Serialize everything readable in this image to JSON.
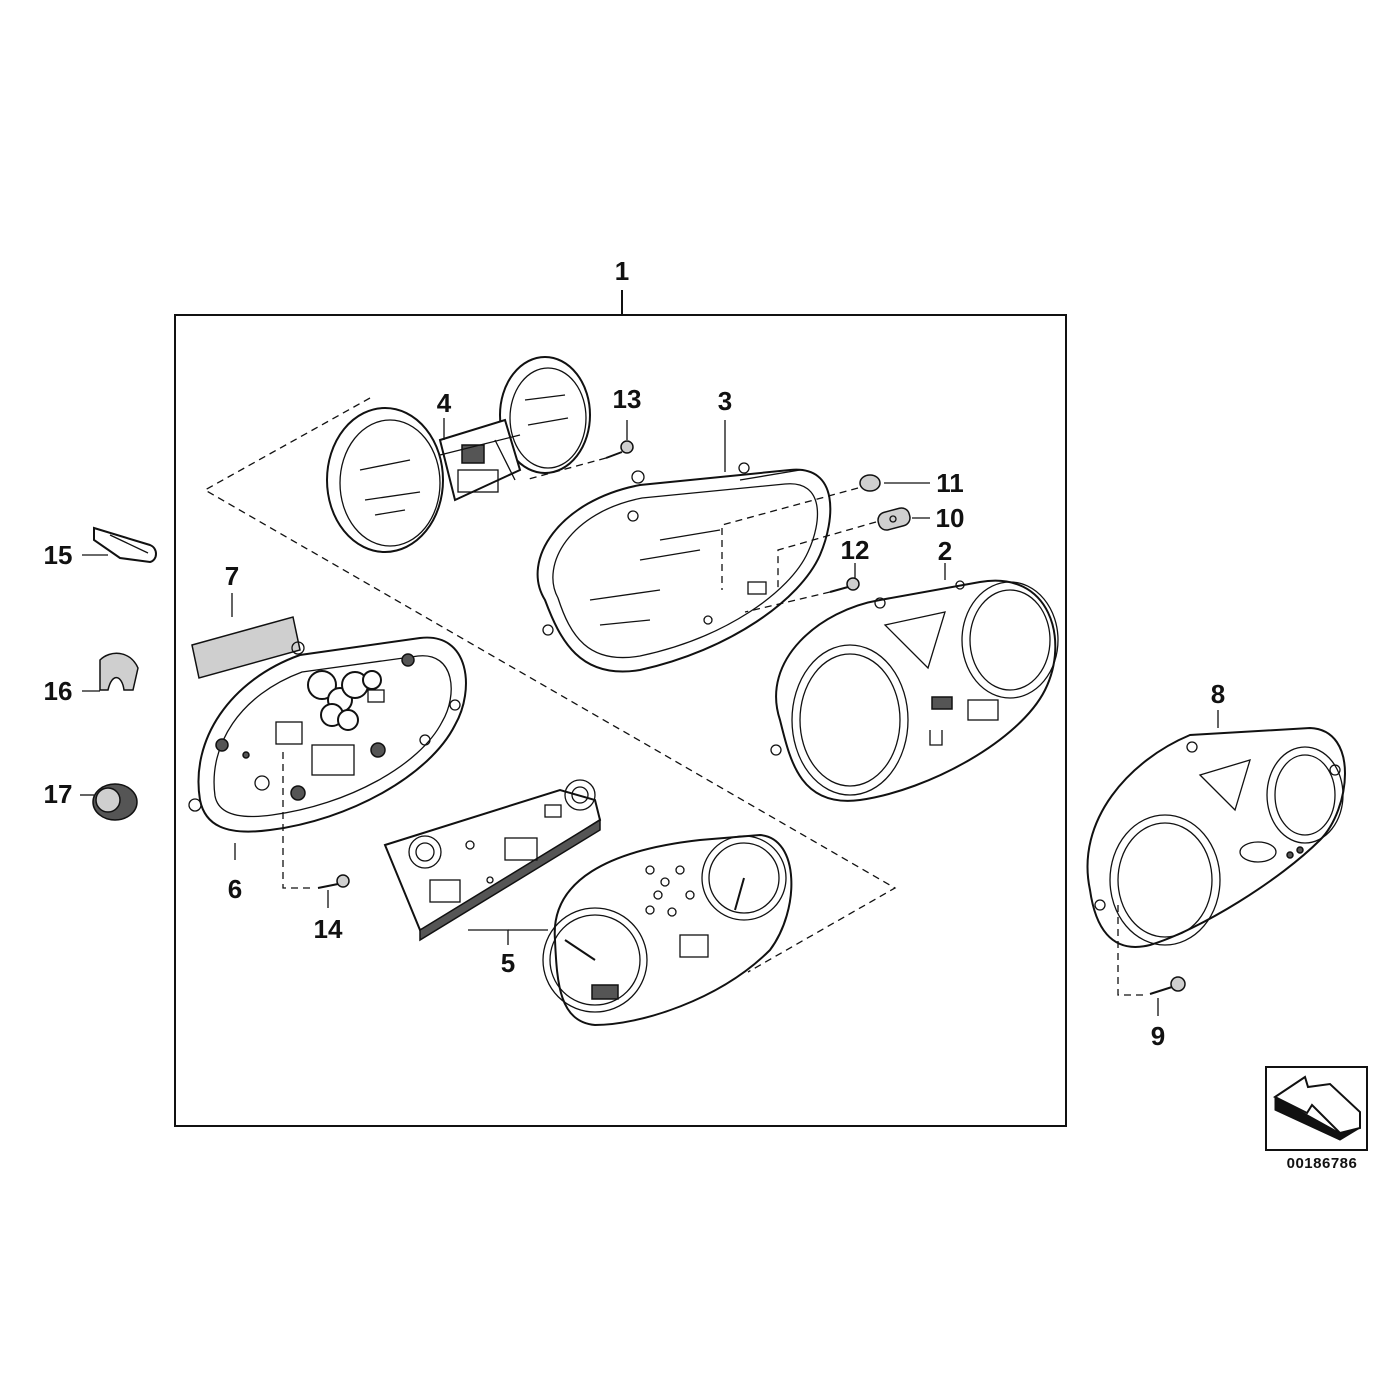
{
  "diagram": {
    "reference_number": "00186786",
    "callouts": [
      {
        "id": "callout-1",
        "label": "1"
      },
      {
        "id": "callout-2",
        "label": "2"
      },
      {
        "id": "callout-3",
        "label": "3"
      },
      {
        "id": "callout-4",
        "label": "4"
      },
      {
        "id": "callout-5",
        "label": "5"
      },
      {
        "id": "callout-6",
        "label": "6"
      },
      {
        "id": "callout-7",
        "label": "7"
      },
      {
        "id": "callout-8",
        "label": "8"
      },
      {
        "id": "callout-9",
        "label": "9"
      },
      {
        "id": "callout-10",
        "label": "10"
      },
      {
        "id": "callout-11",
        "label": "11"
      },
      {
        "id": "callout-12",
        "label": "12"
      },
      {
        "id": "callout-13",
        "label": "13"
      },
      {
        "id": "callout-14",
        "label": "14"
      },
      {
        "id": "callout-15",
        "label": "15"
      },
      {
        "id": "callout-16",
        "label": "16"
      },
      {
        "id": "callout-17",
        "label": "17"
      }
    ]
  },
  "colors": {
    "line": "#111111",
    "background": "#ffffff",
    "shade": "#555555"
  },
  "icons": {
    "orientation_arrow": "arrow-icon"
  }
}
